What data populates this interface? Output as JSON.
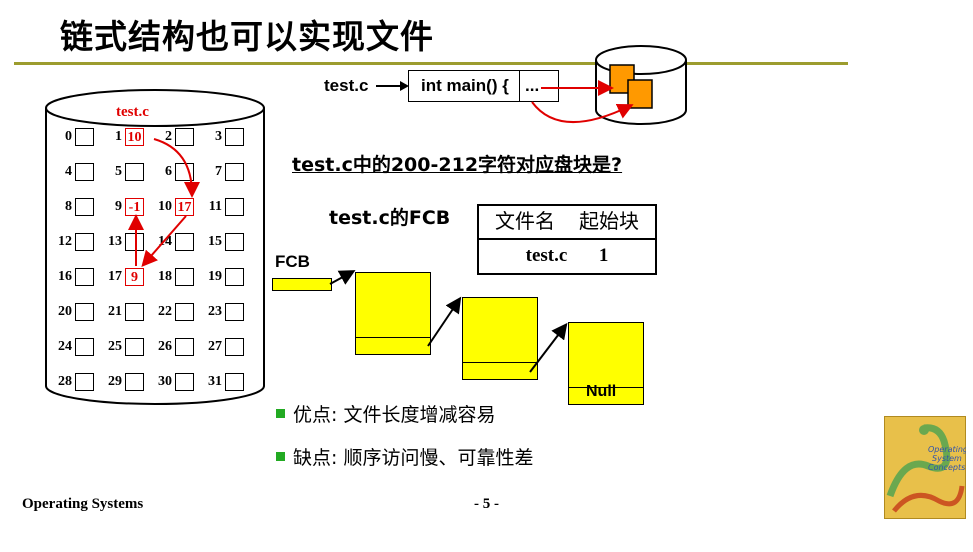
{
  "slide": {
    "title": "链式结构也可以实现文件",
    "footer_left": "Operating Systems",
    "page_number": "- 5 -"
  },
  "disk": {
    "file_label": "test.c",
    "rows": [
      [
        {
          "n": "0",
          "v": ""
        },
        {
          "n": "1",
          "v": "10"
        },
        {
          "n": "2",
          "v": ""
        },
        {
          "n": "3",
          "v": ""
        }
      ],
      [
        {
          "n": "4",
          "v": ""
        },
        {
          "n": "5",
          "v": ""
        },
        {
          "n": "6",
          "v": ""
        },
        {
          "n": "7",
          "v": ""
        }
      ],
      [
        {
          "n": "8",
          "v": ""
        },
        {
          "n": "9",
          "v": "-1"
        },
        {
          "n": "10",
          "v": "17"
        },
        {
          "n": "11",
          "v": ""
        }
      ],
      [
        {
          "n": "12",
          "v": ""
        },
        {
          "n": "13",
          "v": ""
        },
        {
          "n": "14",
          "v": ""
        },
        {
          "n": "15",
          "v": ""
        }
      ],
      [
        {
          "n": "16",
          "v": ""
        },
        {
          "n": "17",
          "v": "9"
        },
        {
          "n": "18",
          "v": ""
        },
        {
          "n": "19",
          "v": ""
        }
      ],
      [
        {
          "n": "20",
          "v": ""
        },
        {
          "n": "21",
          "v": ""
        },
        {
          "n": "22",
          "v": ""
        },
        {
          "n": "23",
          "v": ""
        }
      ],
      [
        {
          "n": "24",
          "v": ""
        },
        {
          "n": "25",
          "v": ""
        },
        {
          "n": "26",
          "v": ""
        },
        {
          "n": "27",
          "v": ""
        }
      ],
      [
        {
          "n": "28",
          "v": ""
        },
        {
          "n": "29",
          "v": ""
        },
        {
          "n": "30",
          "v": ""
        },
        {
          "n": "31",
          "v": ""
        }
      ]
    ]
  },
  "code": {
    "label": "test.c",
    "content": "int main() {",
    "continuation": "..."
  },
  "question": "test.c中的200-212字符对应盘块是?",
  "fcb": {
    "title": "test.c的FCB",
    "col1": "文件名",
    "col2": "起始块",
    "file": "test.c",
    "start_block": "1",
    "small_label": "FCB",
    "null_label": "Null"
  },
  "bullets": [
    {
      "label": "优点",
      "text": ": 文件长度增减容易"
    },
    {
      "label": "缺点",
      "text": ": 顺序访问慢、可靠性差"
    }
  ],
  "colors": {
    "accent_rule": "#9c9c2e",
    "highlight_red": "#e00000",
    "block_yellow": "#ffff00",
    "orange_block": "#ff9900",
    "bullet_green": "#22aa22"
  },
  "icons": [
    "disk-cylinder-icon",
    "small-disk-icon",
    "book-cover-image"
  ]
}
